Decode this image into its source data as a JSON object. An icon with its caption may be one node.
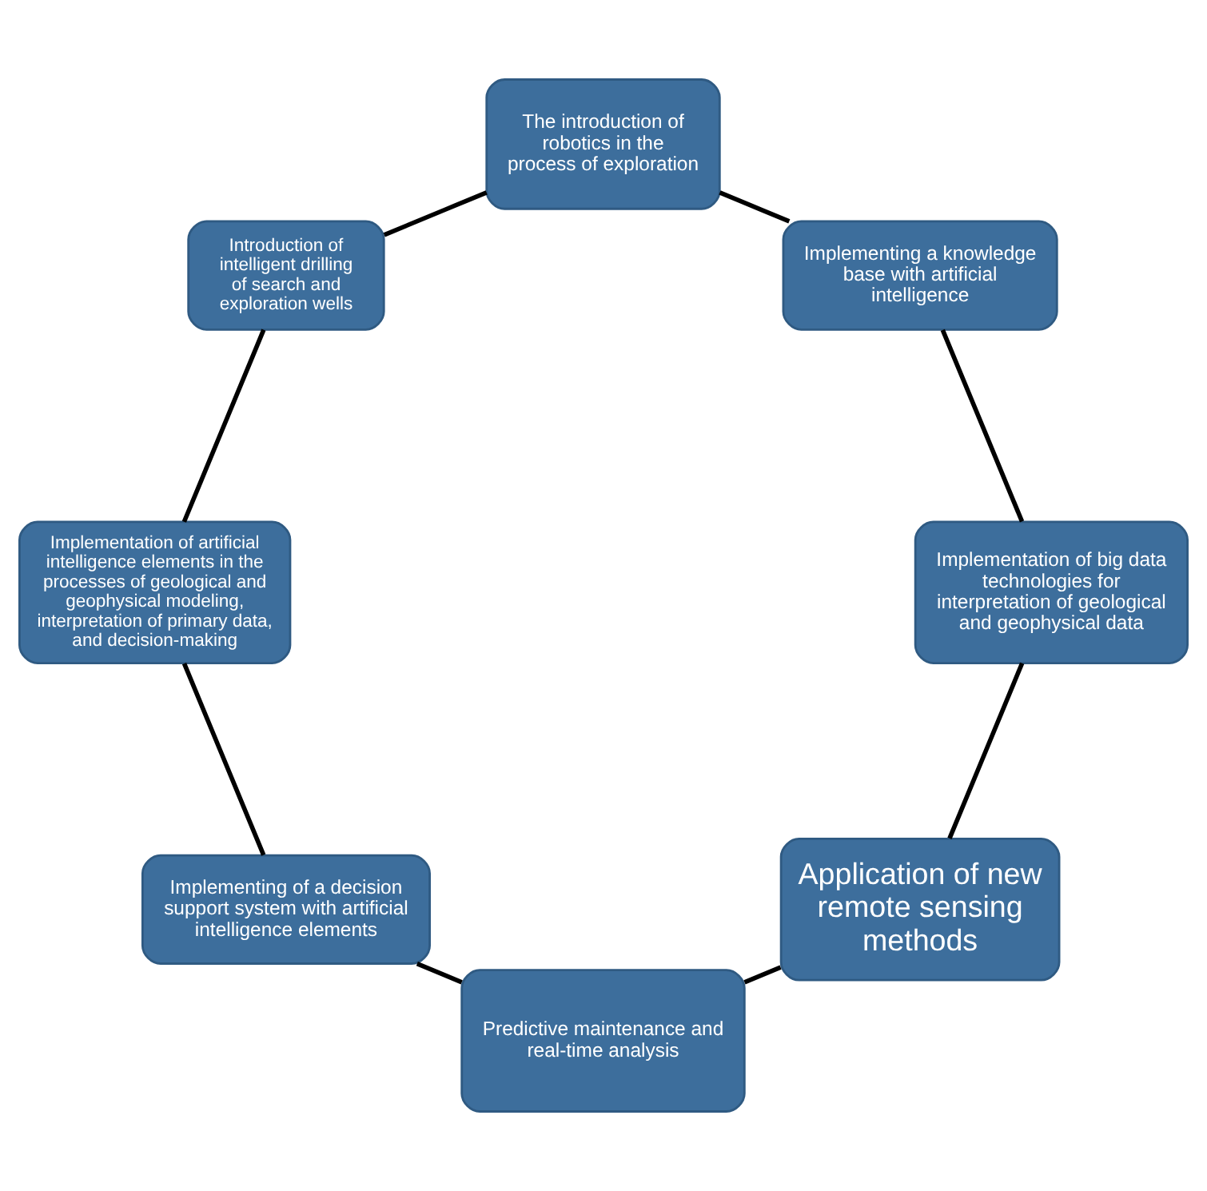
{
  "diagram": {
    "nodes": [
      {
        "text": [
          "Application of new remote sensing methods"
        ]
      },
      {
        "text": [
          "Implementation of big data technologies for interpretation of geological and geophysical data"
        ]
      },
      {
        "text": [
          "Predictive maintenance and real-time analysis"
        ]
      },
      {
        "text": [
          "Implementing a knowledge base with artificial intelligence"
        ]
      },
      {
        "text": [
          "Implementing of a decision support system with artificial intelligence elements"
        ]
      },
      {
        "text": [
          "The introduction of robotics in the process of exploration"
        ]
      },
      {
        "text": [
          "Implementation of artificial intelligence elements in the processes of geological and geophysical modeling, interpretation of primary data, and decision-making"
        ]
      },
      {
        "text": [
          "Introduction of intelligent drilling of search and exploration wells"
        ]
      }
    ],
    "edges": [
      {
        "from": 0,
        "to": 2,
        "arrow": "none"
      },
      {
        "from": 2,
        "to": 4,
        "arrow": "none"
      },
      {
        "from": 4,
        "to": 6,
        "arrow": "none"
      },
      {
        "from": 6,
        "to": 7,
        "arrow": "none"
      },
      {
        "from": 7,
        "to": 5,
        "arrow": "none"
      },
      {
        "from": 5,
        "to": 3,
        "arrow": "none"
      },
      {
        "from": 3,
        "to": 1,
        "arrow": "none"
      },
      {
        "from": 1,
        "to": 0,
        "arrow": "none"
      }
    ]
  }
}
